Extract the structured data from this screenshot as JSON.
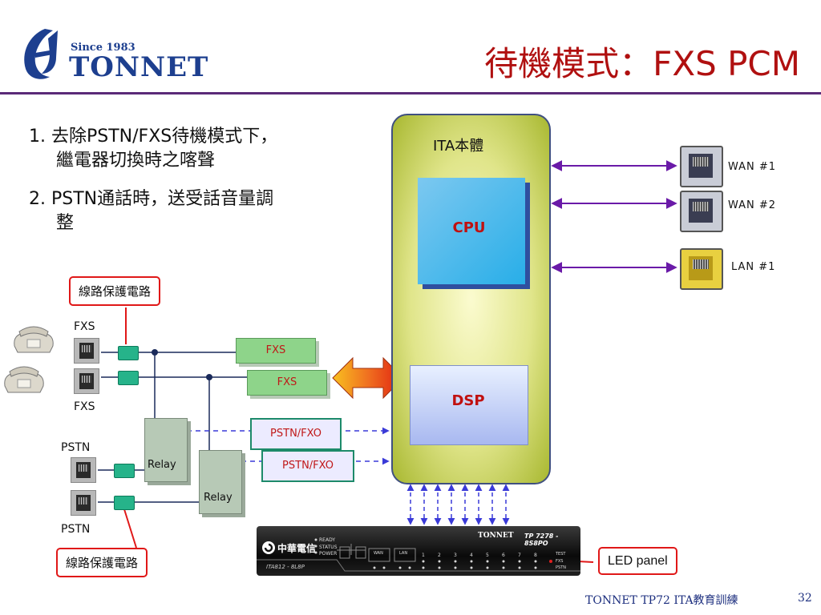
{
  "logo": {
    "since": "Since 1983",
    "name": "TONNET"
  },
  "title": "待機模式：FXS PCM",
  "bullets": [
    {
      "num": "1.",
      "line1": "去除PSTN/FXS待機模式下，",
      "line2": "繼電器切換時之喀聲"
    },
    {
      "num": "2.",
      "line1": "PSTN通話時，送受話音量調",
      "line2": "整"
    }
  ],
  "callouts": {
    "top": "線路保護電路",
    "bottom": "線路保護電路",
    "led": "LED panel"
  },
  "port_labels": {
    "fxs_top": "FXS",
    "fxs_bottom": "FXS",
    "pstn_top": "PSTN",
    "pstn_bottom": "PSTN"
  },
  "modules": {
    "fxs1": "FXS",
    "fxs2": "FXS",
    "fxo1": "PSTN/FXO",
    "fxo2": "PSTN/FXO",
    "relay1": "Relay",
    "relay2": "Relay"
  },
  "ita": {
    "label": "ITA本體",
    "cpu": "CPU",
    "dsp": "DSP"
  },
  "wan": [
    {
      "label": "WAN #1"
    },
    {
      "label": "WAN #2"
    },
    {
      "label": "LAN #1"
    }
  ],
  "device": {
    "brand_cn": "中華電信",
    "brand": "TONNET",
    "model": "TP 7278 - 8S8PO",
    "sub_model": "ITA812 - 8L8P",
    "status_items": [
      "READY",
      "STATUS",
      "POWER"
    ],
    "groups": [
      "WAN",
      "LAN"
    ],
    "port_nums": [
      "1",
      "2",
      "3",
      "4",
      "5",
      "6",
      "7",
      "8"
    ],
    "right_labels": [
      "TEST",
      "FXS",
      "PSTN"
    ]
  },
  "footer": {
    "text": "TONNET TP72 ITA教育訓練",
    "page": "32"
  },
  "colors": {
    "title": "#b01010",
    "arrow_purple": "#6a1aa8",
    "dashed_blue": "#3a3ad8",
    "callout_red": "#e01818"
  }
}
